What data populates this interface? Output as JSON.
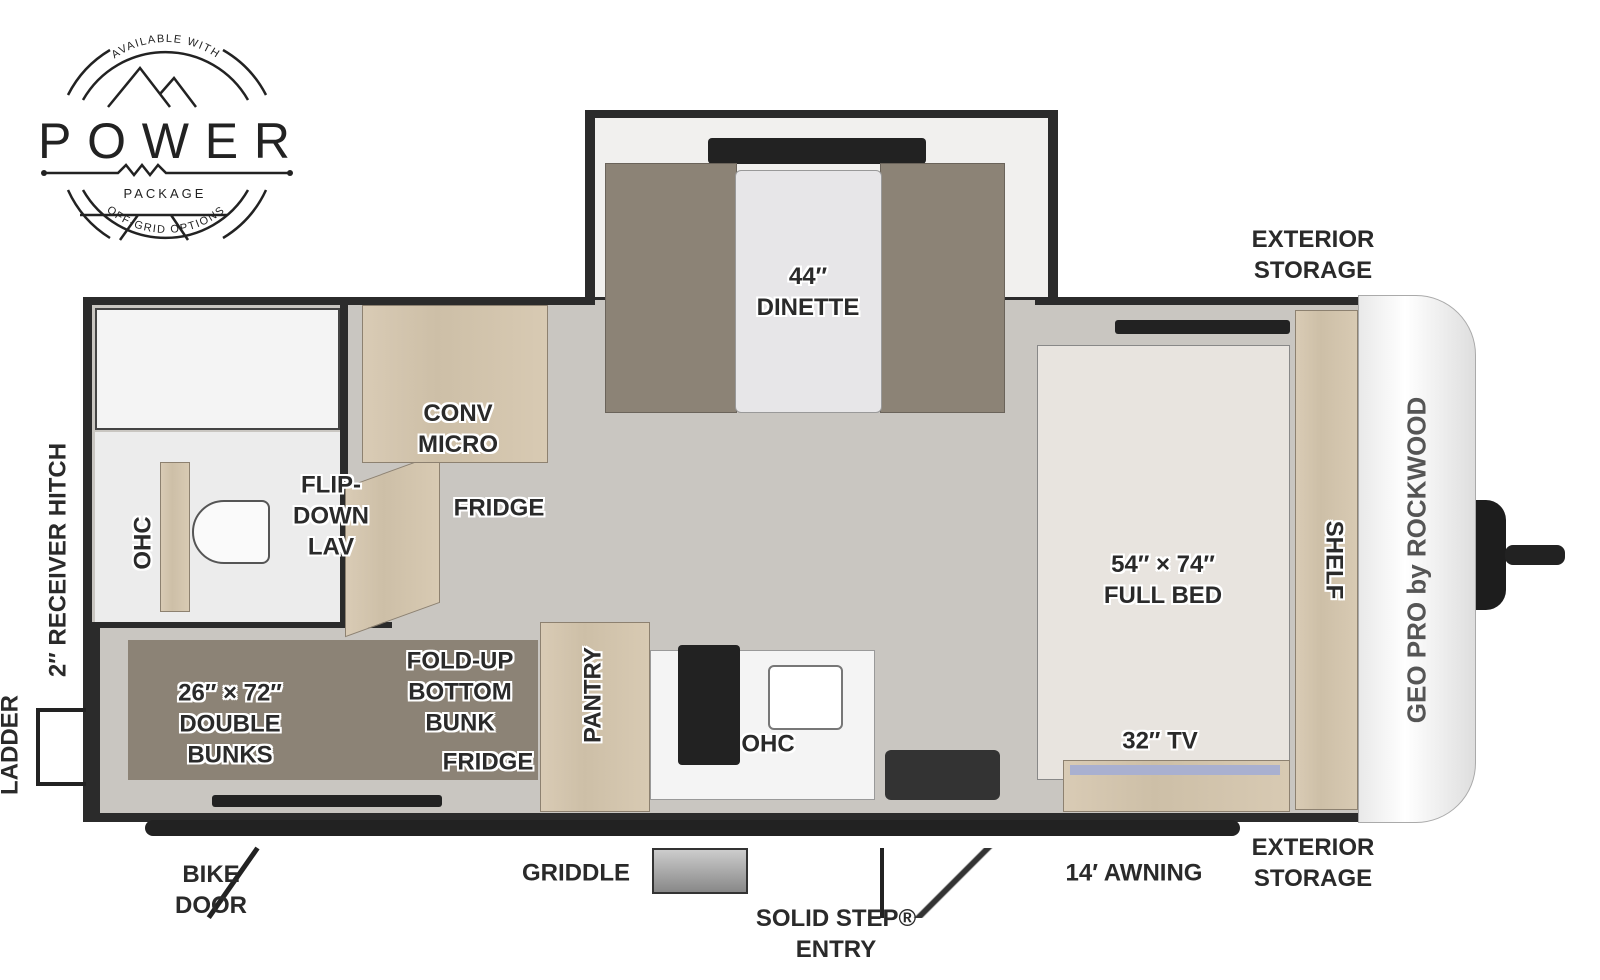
{
  "logo": {
    "top_arc": "AVAILABLE WITH",
    "word": "POWER",
    "sub": "PACKAGE",
    "bottom_arc": "OFF-GRID OPTIONS",
    "brand_badge": "GEO PRO by ROCKWOOD"
  },
  "labels": {
    "dinette": [
      "44″",
      "DINETTE"
    ],
    "exterior_storage_top": [
      "EXTERIOR",
      "STORAGE"
    ],
    "exterior_storage_bottom": [
      "EXTERIOR",
      "STORAGE"
    ],
    "conv_micro": [
      "CONV",
      "MICRO"
    ],
    "fridge_upper": "FRIDGE",
    "flip_down_lav": [
      "FLIP-",
      "DOWN",
      "LAV"
    ],
    "ohc_bath": "OHC",
    "receiver_hitch": "2″ RECEIVER HITCH",
    "ladder": "LADDER",
    "double_bunks": [
      "26″ × 72″",
      "DOUBLE",
      "BUNKS"
    ],
    "fold_up_bunk": [
      "FOLD-UP",
      "BOTTOM",
      "BUNK"
    ],
    "fridge_lower": "FRIDGE",
    "pantry": "PANTRY",
    "ohc_kitchen": "OHC",
    "full_bed": [
      "54″ × 74″",
      "FULL BED"
    ],
    "shelf": "SHELF",
    "tv": "32″ TV",
    "bike_door": [
      "BIKE",
      "DOOR"
    ],
    "griddle": "GRIDDLE",
    "entry": [
      "SOLID STEP®",
      "ENTRY"
    ],
    "awning": "14′ AWNING"
  },
  "colors": {
    "wall": "#2b2b2b",
    "floor": "#c9c6c1",
    "wood": "#d3c5ae",
    "fabric": "#8c8376",
    "text": "#2a2a2a"
  }
}
